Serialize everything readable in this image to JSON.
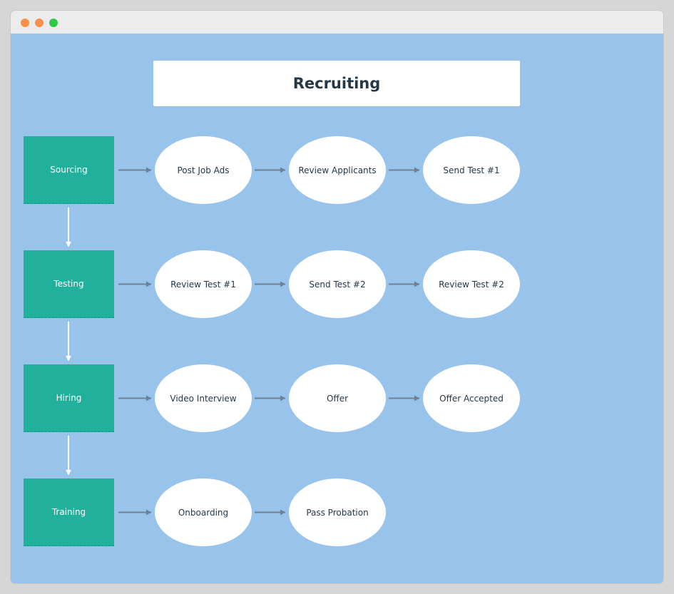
{
  "title": "Recruiting",
  "colors": {
    "canvas": "#98c3eb",
    "stage": "#20b09c",
    "step": "#ffffff",
    "arrow_gray": "#6f7f8f",
    "arrow_white": "#ffffff",
    "title_text": "#253848"
  },
  "rows": [
    {
      "stage": "Sourcing",
      "steps": [
        "Post Job Ads",
        "Review Applicants",
        "Send Test #1"
      ]
    },
    {
      "stage": "Testing",
      "steps": [
        "Review Test #1",
        "Send Test #2",
        "Review Test #2"
      ]
    },
    {
      "stage": "Hiring",
      "steps": [
        "Video Interview",
        "Offer",
        "Offer Accepted"
      ]
    },
    {
      "stage": "Training",
      "steps": [
        "Onboarding",
        "Pass Probation"
      ]
    }
  ]
}
